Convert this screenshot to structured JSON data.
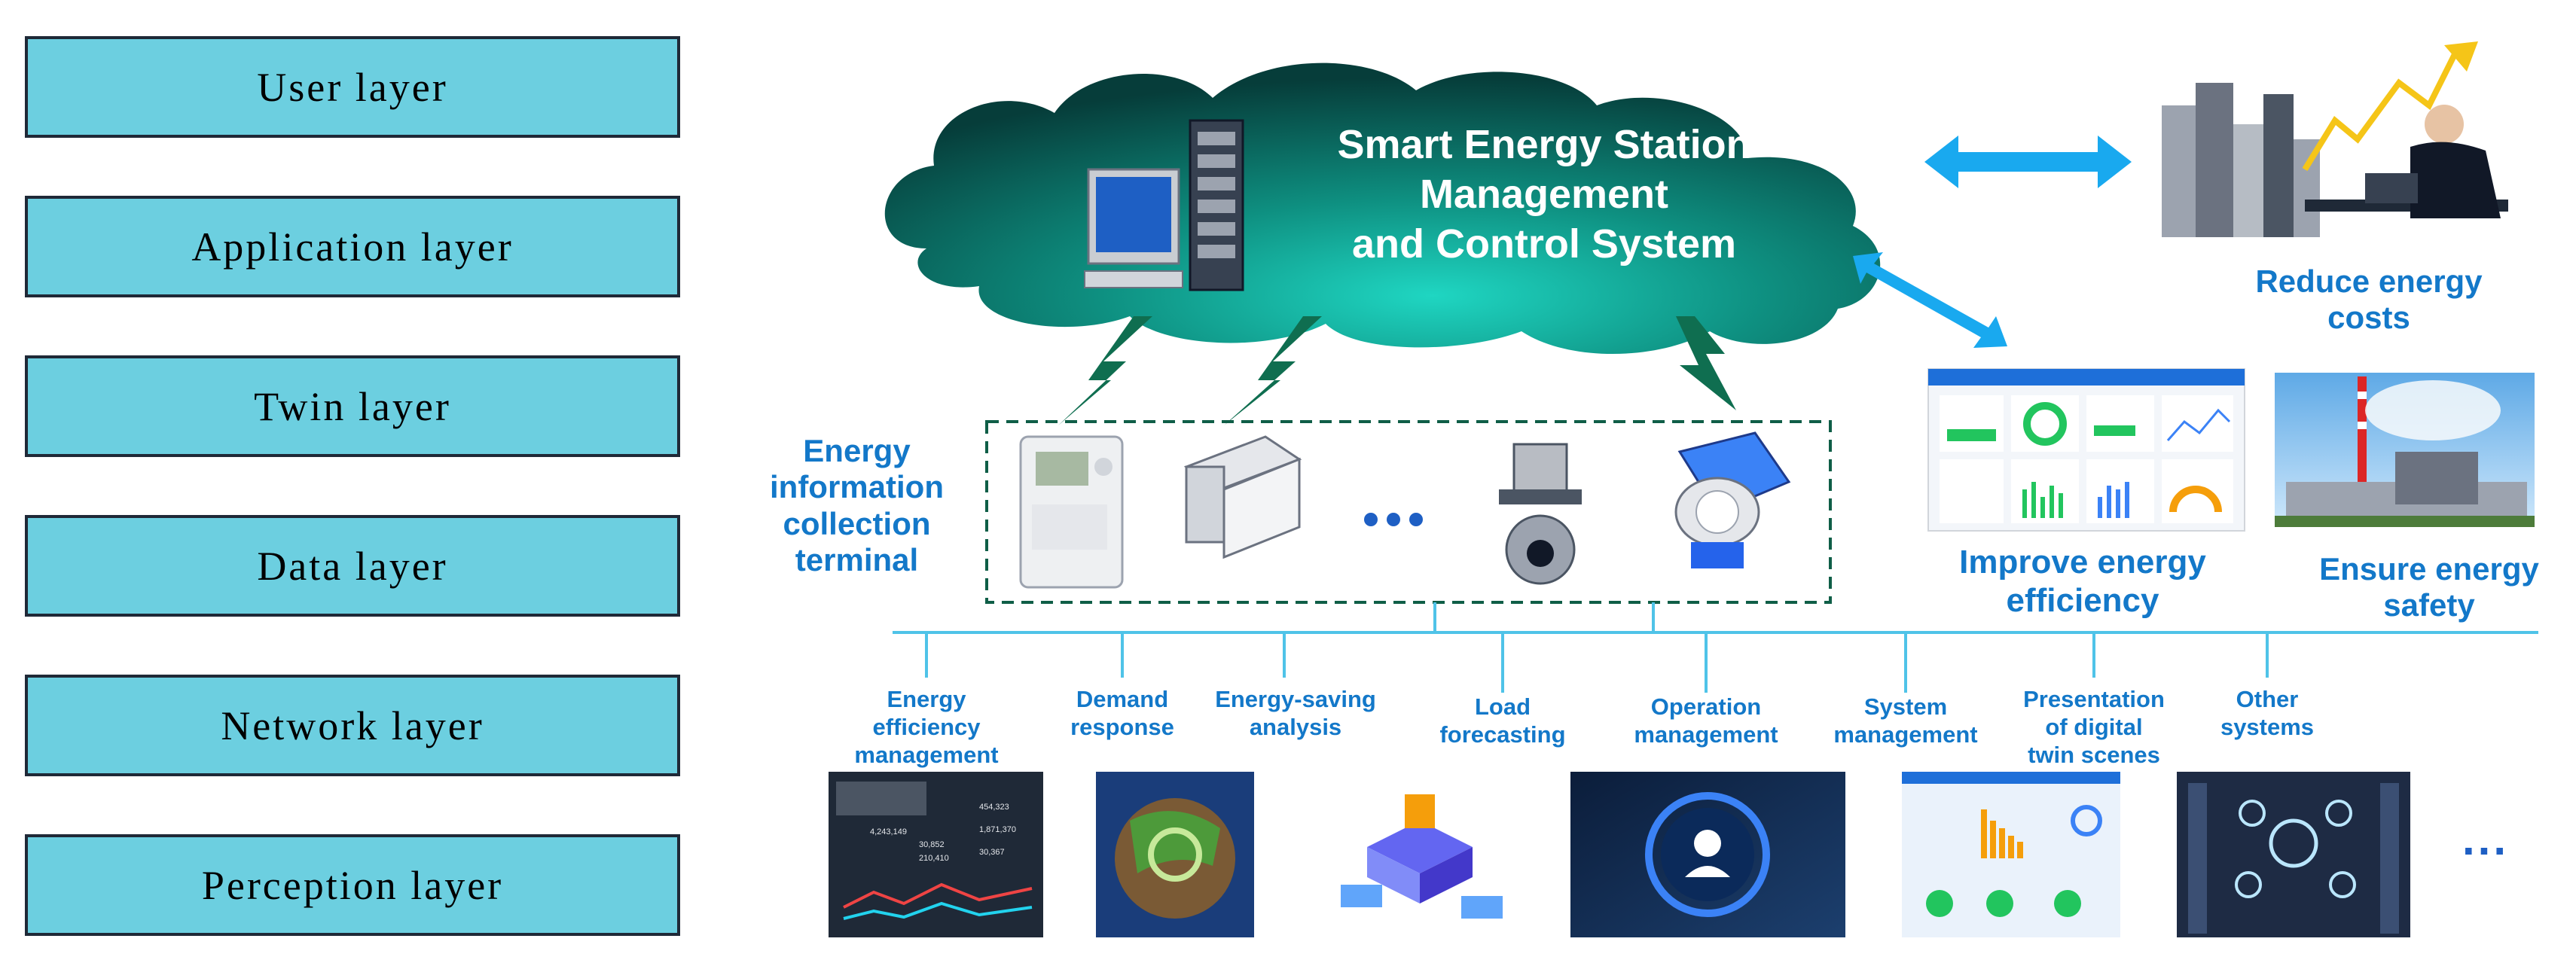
{
  "layers": [
    {
      "label": "User layer"
    },
    {
      "label": "Application layer"
    },
    {
      "label": "Twin layer"
    },
    {
      "label": "Data layer"
    },
    {
      "label": "Network layer"
    },
    {
      "label": "Perception layer"
    }
  ],
  "cloud": {
    "title_lines": [
      "Smart Energy Station",
      "Management",
      "and Control System"
    ]
  },
  "terminal": {
    "label_lines": [
      "Energy",
      "information",
      "collection",
      "terminal"
    ]
  },
  "benefits": {
    "reduce_costs": [
      "Reduce energy",
      "costs"
    ],
    "improve_efficiency": [
      "Improve energy",
      "efficiency"
    ],
    "ensure_safety": [
      "Ensure energy",
      "safety"
    ]
  },
  "ellipsis": "...",
  "applications": [
    {
      "lines": [
        "Energy",
        "efficiency",
        "management"
      ]
    },
    {
      "lines": [
        "Demand",
        "response"
      ]
    },
    {
      "lines": [
        "Energy-saving",
        "analysis"
      ]
    },
    {
      "lines": [
        "Load",
        "forecasting"
      ]
    },
    {
      "lines": [
        "Operation",
        "management"
      ]
    },
    {
      "lines": [
        "System",
        "management"
      ]
    },
    {
      "lines": [
        "Presentation",
        "of digital",
        "twin scenes"
      ]
    },
    {
      "lines": [
        "Other",
        "systems"
      ]
    }
  ],
  "dashboard_values": [
    "454,323",
    "1,871,370",
    "30,367",
    "4,243,149",
    "30,852",
    "210,410"
  ],
  "colors": {
    "layer_fill": "#6ccfe0",
    "label_blue": "#1378c9",
    "cloud_dark": "#0b5a52",
    "cloud_light": "#18c9b6",
    "arrow_blue": "#19a9ef",
    "bolt_green": "#0f6e50",
    "bus_line": "#4fc3e8"
  }
}
